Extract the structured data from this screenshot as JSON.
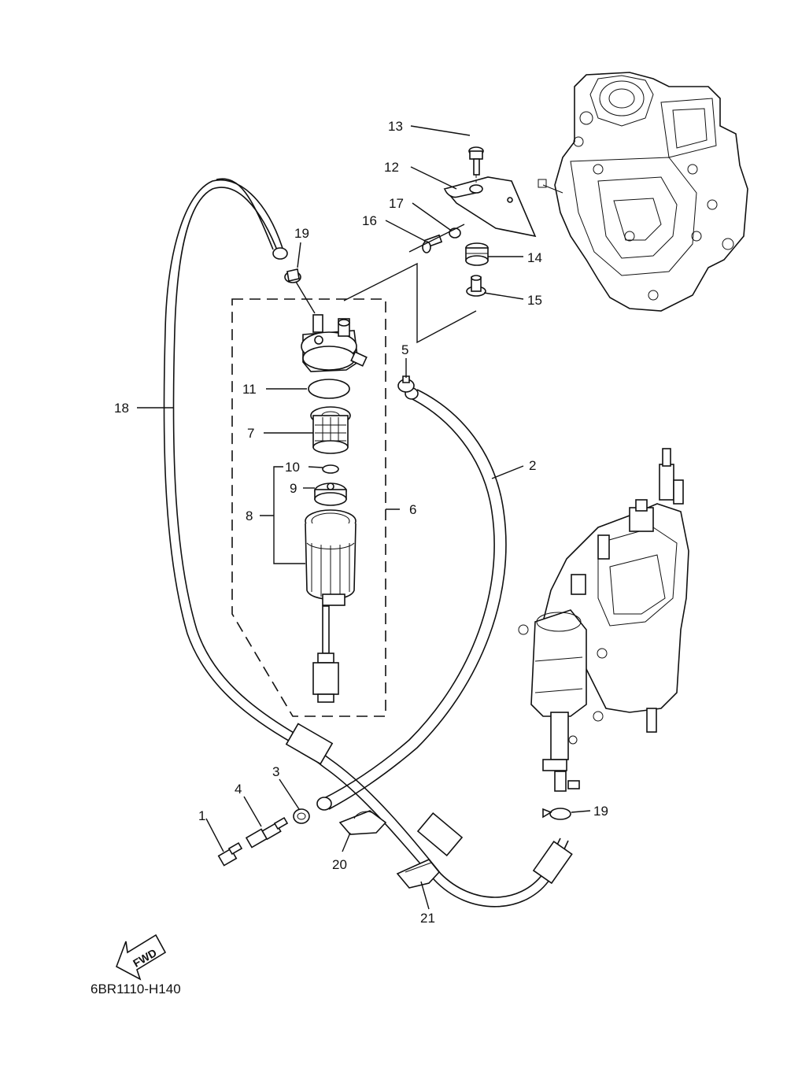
{
  "diagram": {
    "part_code": "6BR1110-H140",
    "fwd_label": "FWD",
    "callouts": {
      "c1": "1",
      "c2": "2",
      "c3": "3",
      "c4": "4",
      "c5": "5",
      "c6": "6",
      "c7": "7",
      "c8": "8",
      "c9": "9",
      "c10": "10",
      "c11": "11",
      "c12": "12",
      "c13": "13",
      "c14": "14",
      "c15": "15",
      "c16": "16",
      "c17": "17",
      "c18": "18",
      "c19a": "19",
      "c19b": "19",
      "c20": "20",
      "c21": "21"
    }
  }
}
